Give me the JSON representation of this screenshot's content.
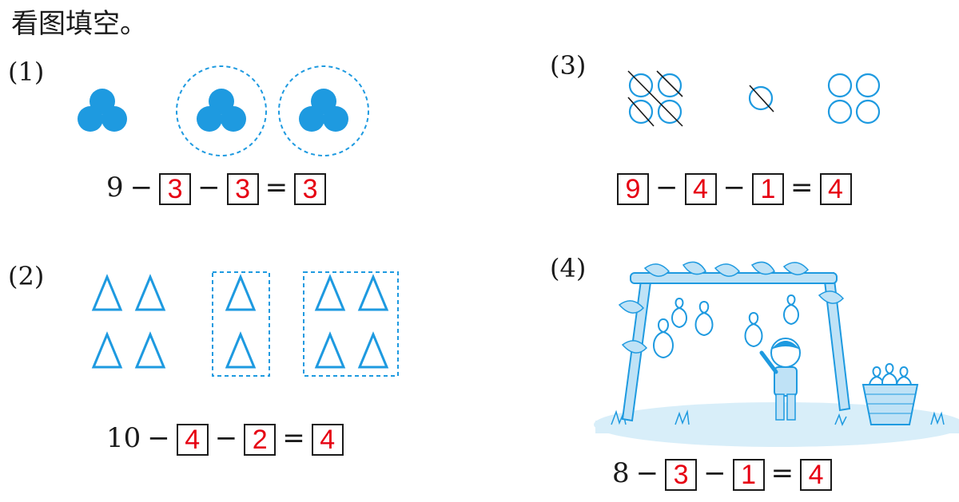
{
  "title": "看图填空。",
  "problems": [
    {
      "label": "(1)",
      "start": "9",
      "minus": "−",
      "equals": "=",
      "boxes": [
        "3",
        "3",
        "3"
      ]
    },
    {
      "label": "(2)",
      "start": "10",
      "minus": "−",
      "equals": "=",
      "boxes": [
        "4",
        "2",
        "4"
      ]
    },
    {
      "label": "(3)",
      "start": "",
      "minus": "−",
      "equals": "=",
      "boxes": [
        "9",
        "4",
        "1",
        "4"
      ]
    },
    {
      "label": "(4)",
      "start": "8",
      "minus": "−",
      "equals": "=",
      "boxes": [
        "3",
        "1",
        "4"
      ]
    }
  ],
  "colors": {
    "shape_blue": "#1e9ae0",
    "answer_red": "#e60012",
    "cross_black": "#1a1a1a"
  },
  "icons": {
    "p1": [
      "dot-cluster-icon",
      "dot-cluster-circled-icon",
      "dot-cluster-circled-icon"
    ],
    "p2": [
      "triangle-icon",
      "triangle-boxed-icon"
    ],
    "p3": [
      "crossed-circle-icon",
      "circle-icon"
    ],
    "p4": [
      "gourd-trellis-illustration"
    ]
  }
}
